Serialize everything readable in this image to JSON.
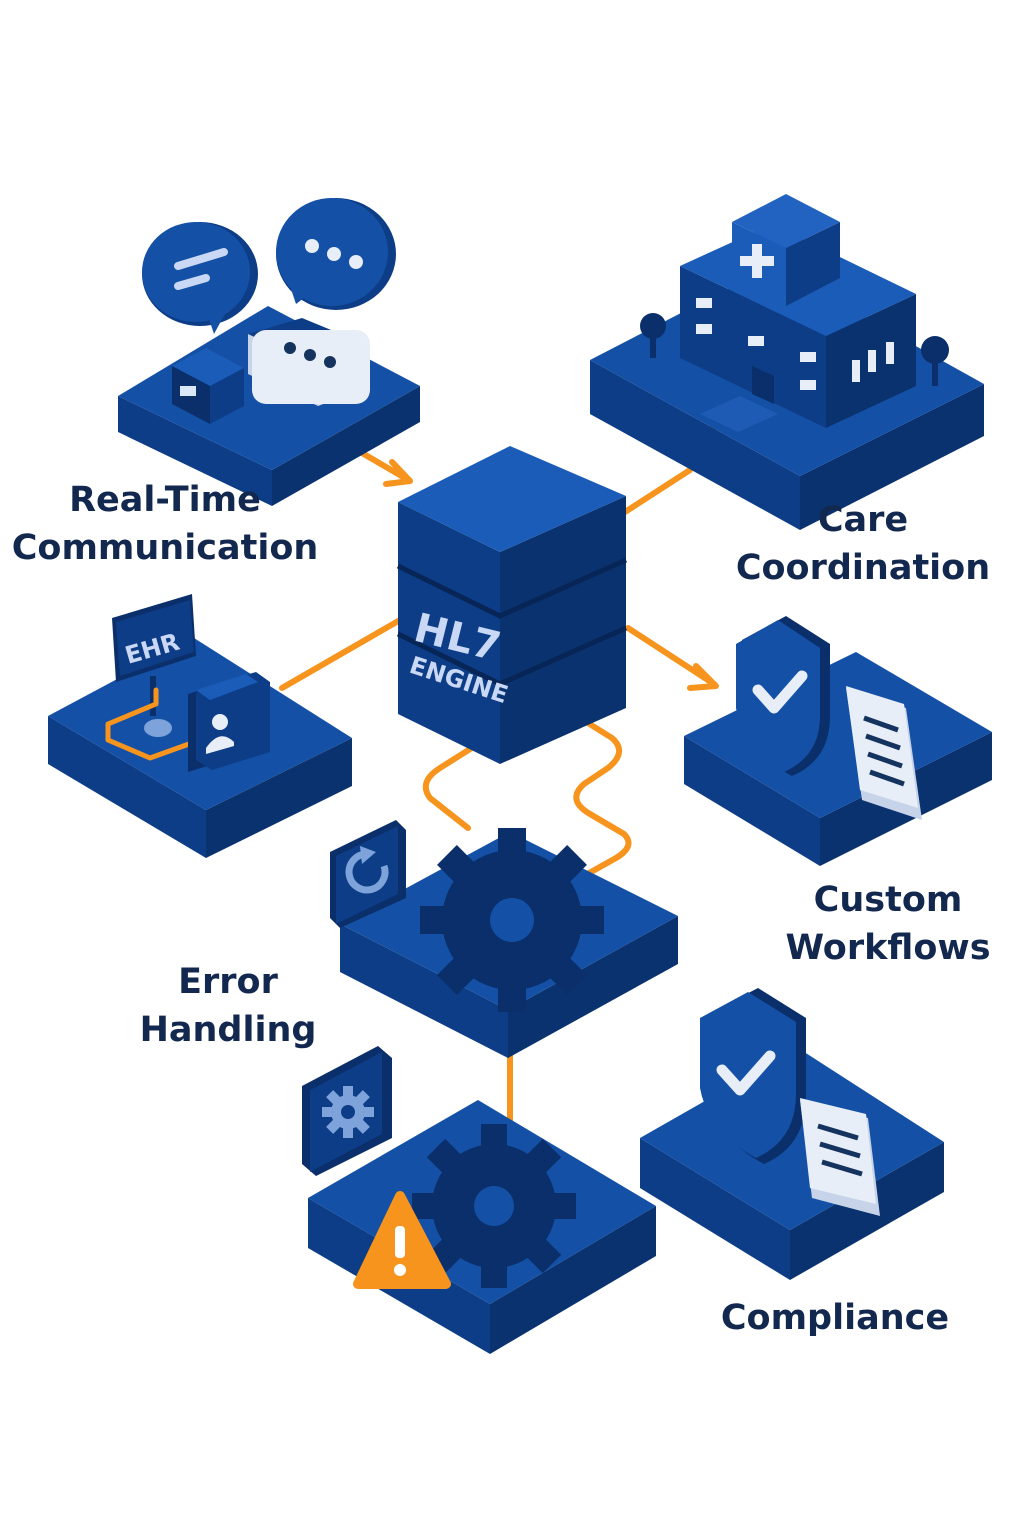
{
  "engine": {
    "line1": "HL7",
    "line2": "ENGINE"
  },
  "ehr_tag": "EHR",
  "labels": {
    "real_time": [
      "Real-Time",
      "Communication"
    ],
    "care": [
      "Care",
      "Coordination"
    ],
    "custom": [
      "Custom",
      "Workflows"
    ],
    "error": [
      "Error",
      "Handling"
    ],
    "compliance": [
      "Compliance"
    ]
  },
  "colors": {
    "platform_top": "#1451a6",
    "platform_left": "#0d3d86",
    "platform_right": "#0a326f",
    "connector": "#f7941d",
    "label_text": "#13284f"
  }
}
